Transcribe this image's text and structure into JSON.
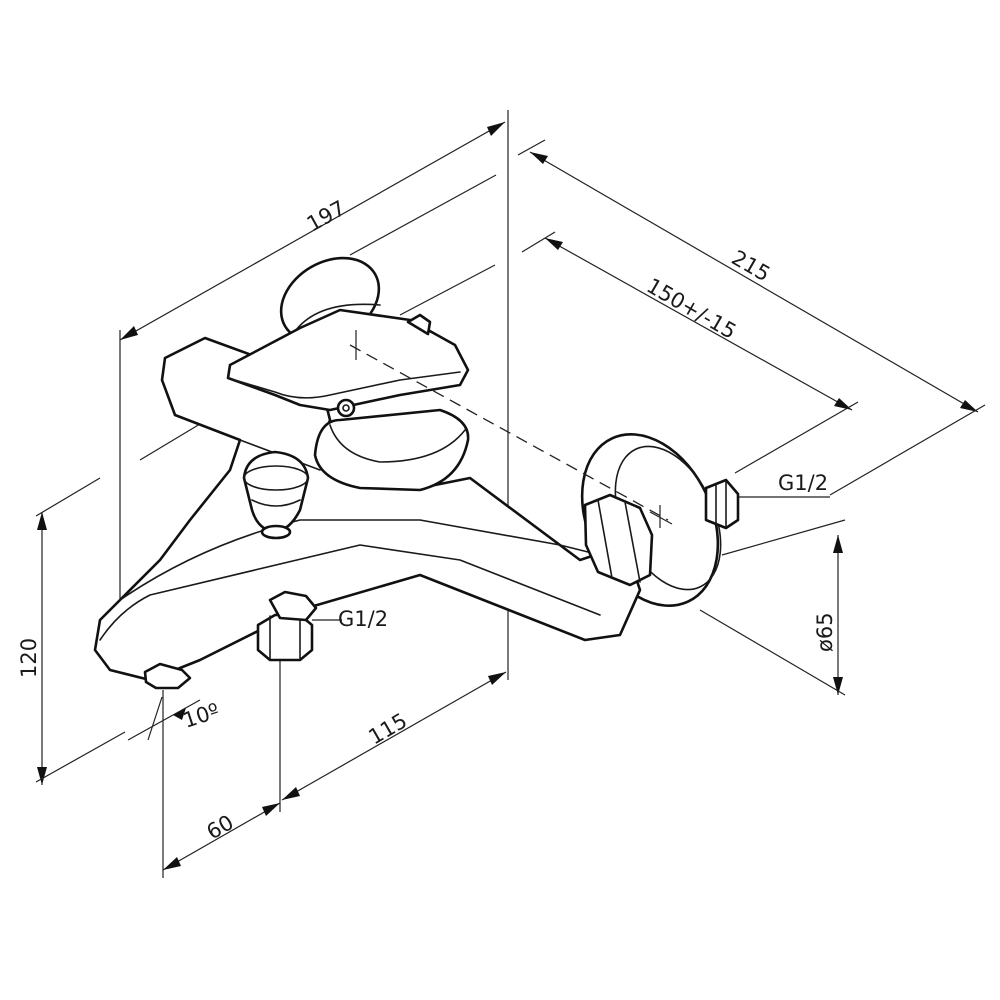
{
  "dimensions": {
    "overall_length": "197",
    "depth": "215",
    "center_distance": "150+/-15",
    "height": "120",
    "spout_offset": "60",
    "outlet_to_wall": "115",
    "spout_angle": "10º",
    "inlet_thread_bottom": "G1/2",
    "inlet_thread_wall": "G1/2",
    "flange_diameter": "ø65"
  }
}
